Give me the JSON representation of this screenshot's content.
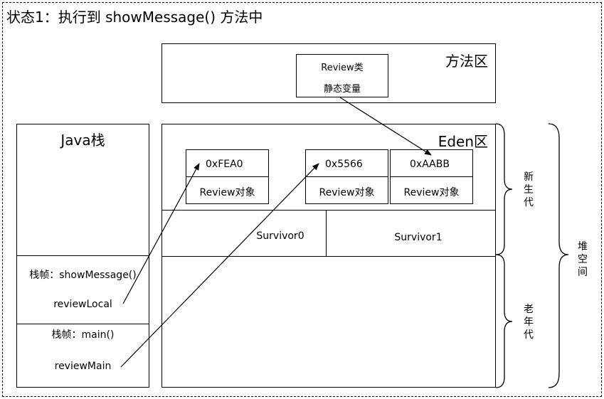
{
  "title": "状态1：执行到 showMessage() 方法中",
  "method_area": {
    "label": "方法区",
    "review_class": {
      "line1": "Review类",
      "line2": "静态变量"
    }
  },
  "java_stack": {
    "label": "Java栈",
    "frame_show": {
      "label": "栈帧：showMessage()",
      "var": "reviewLocal"
    },
    "frame_main": {
      "label": "栈帧：main()",
      "var": "reviewMain"
    }
  },
  "heap": {
    "eden_label": "Eden区",
    "objects": [
      {
        "addr": "0xFEA0",
        "type": "Review对象"
      },
      {
        "addr": "0x5566",
        "type": "Review对象"
      },
      {
        "addr": "0xAABB",
        "type": "Review对象"
      }
    ],
    "survivor0": "Survivor0",
    "survivor1": "Survivor1",
    "young_gen": "新生代",
    "old_gen": "老年代",
    "heap_space": "堆空间"
  }
}
